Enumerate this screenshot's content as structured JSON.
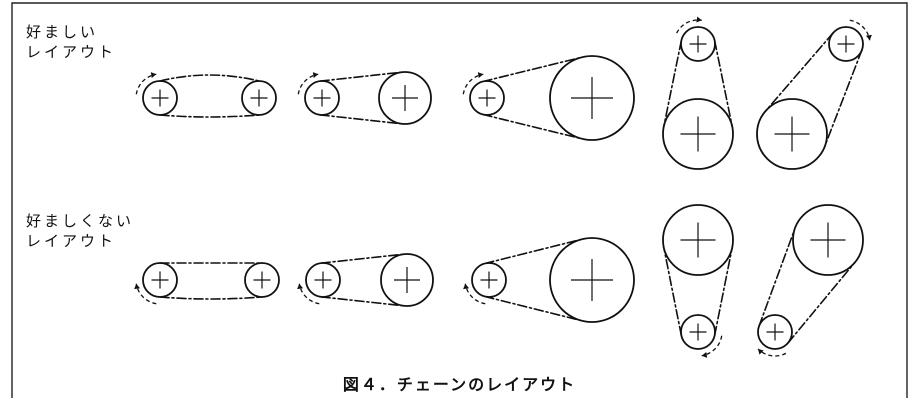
{
  "good_label": [
    "好ましい",
    "レイアウト"
  ],
  "bad_label": [
    "好ましくない",
    "レイアウト"
  ],
  "caption": "図４．チェーンのレイアウト"
}
